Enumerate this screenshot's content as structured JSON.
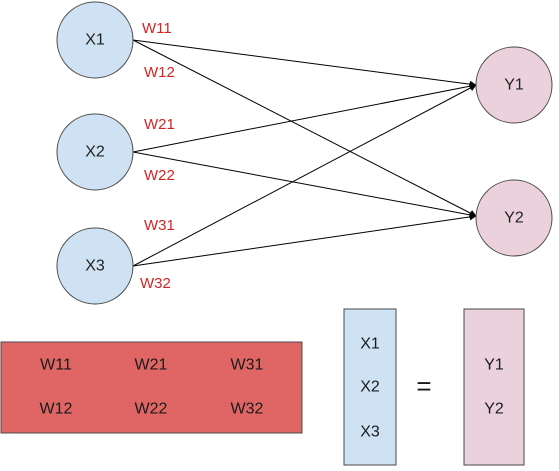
{
  "colors": {
    "input_fill": "#cfe2f3",
    "output_fill": "#ead1dc",
    "matrix_fill": "#e06666",
    "weight_text": "#d42323",
    "stroke": "#4a4a4a",
    "edge": "#000000"
  },
  "inputs": [
    "X1",
    "X2",
    "X3"
  ],
  "outputs": [
    "Y1",
    "Y2"
  ],
  "weight_labels": [
    "W11",
    "W12",
    "W21",
    "W22",
    "W31",
    "W32"
  ],
  "weight_matrix": [
    [
      "W11",
      "W21",
      "W31"
    ],
    [
      "W12",
      "W22",
      "W32"
    ]
  ],
  "input_vector": [
    "X1",
    "X2",
    "X3"
  ],
  "equals": "=",
  "output_vector": [
    "Y1",
    "Y2"
  ]
}
